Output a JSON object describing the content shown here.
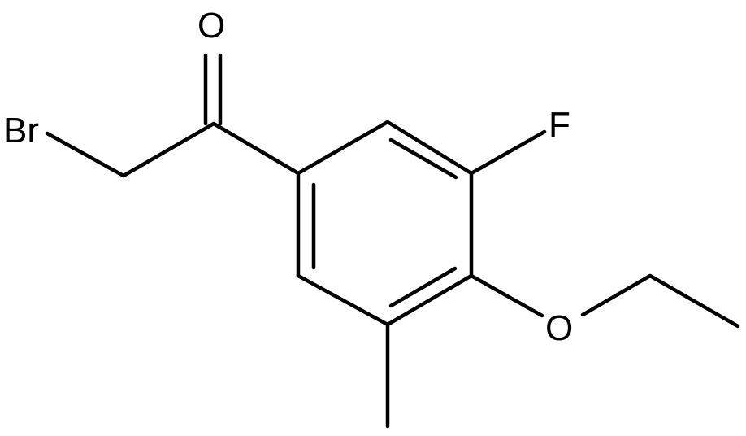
{
  "molecule": {
    "atoms": {
      "bromine": "Br",
      "carbonyl_oxygen": "O",
      "fluorine": "F",
      "ether_oxygen": "O"
    }
  }
}
